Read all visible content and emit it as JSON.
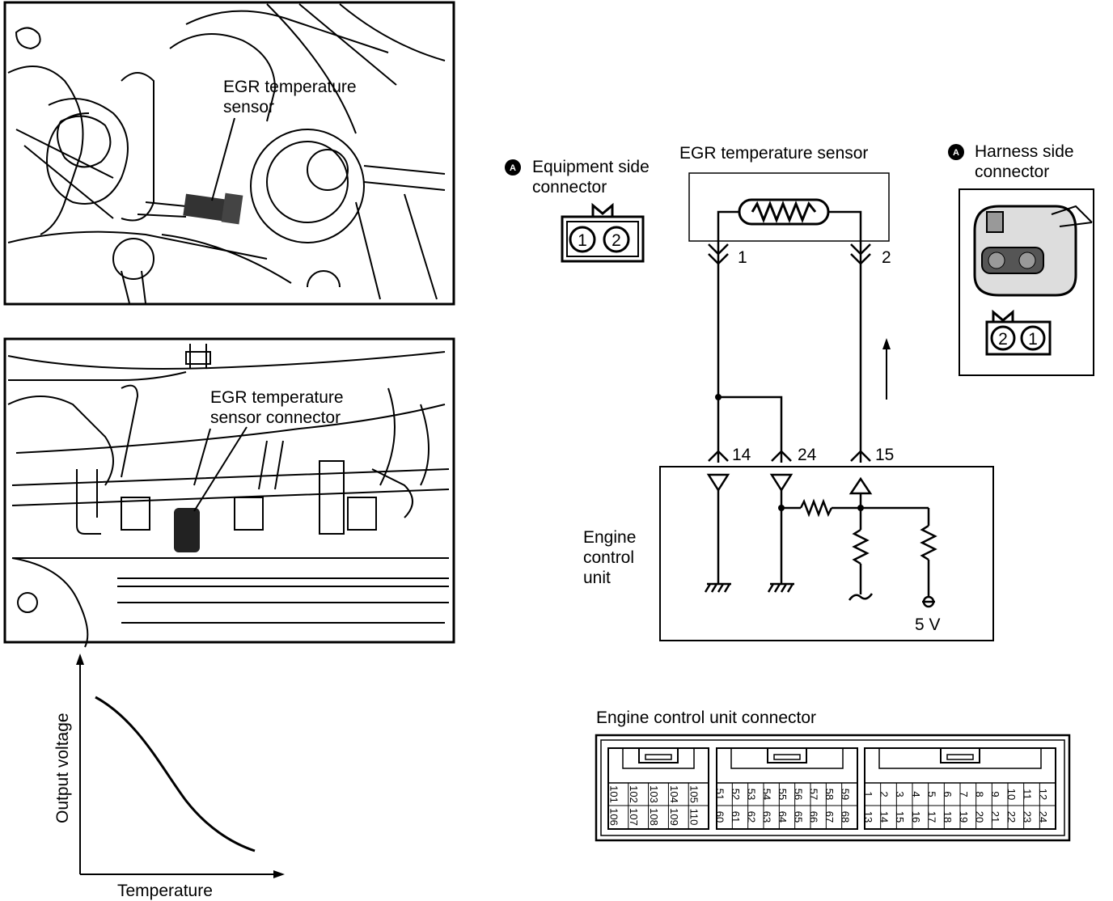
{
  "photo_top": {
    "label_line1": "EGR temperature",
    "label_line2": "sensor"
  },
  "photo_mid": {
    "label_line1": "EGR temperature",
    "label_line2": "sensor connector"
  },
  "graph": {
    "ylabel": "Output voltage",
    "xlabel": "Temperature"
  },
  "equipment_connector": {
    "marker": "A",
    "line1": "Equipment side",
    "line2": "connector",
    "pins": [
      "1",
      "2"
    ]
  },
  "harness_connector": {
    "marker": "A",
    "line1": "Harness side",
    "line2": "connector",
    "pins": [
      "2",
      "1"
    ]
  },
  "sensor": {
    "title": "EGR temperature sensor",
    "pin_left": "1",
    "pin_right": "2"
  },
  "ecu": {
    "line1": "Engine",
    "line2": "control",
    "line3": "unit",
    "term_a": "14",
    "term_b": "24",
    "term_c": "15",
    "voltage": "5 V"
  },
  "ecu_connector": {
    "title": "Engine control unit connector",
    "block1": {
      "top": [
        "101",
        "102",
        "103",
        "104",
        "105"
      ],
      "bottom": [
        "106",
        "107",
        "108",
        "109",
        "110"
      ]
    },
    "block2": {
      "top": [
        "51",
        "52",
        "53",
        "54",
        "55",
        "56",
        "57",
        "58",
        "59"
      ],
      "bottom": [
        "60",
        "61",
        "62",
        "63",
        "64",
        "65",
        "66",
        "67",
        "68"
      ]
    },
    "block3": {
      "top": [
        "1",
        "2",
        "3",
        "4",
        "5",
        "6",
        "7",
        "8",
        "9",
        "10",
        "11",
        "12"
      ],
      "bottom": [
        "13",
        "14",
        "15",
        "16",
        "17",
        "18",
        "19",
        "20",
        "21",
        "22",
        "23",
        "24"
      ]
    }
  }
}
